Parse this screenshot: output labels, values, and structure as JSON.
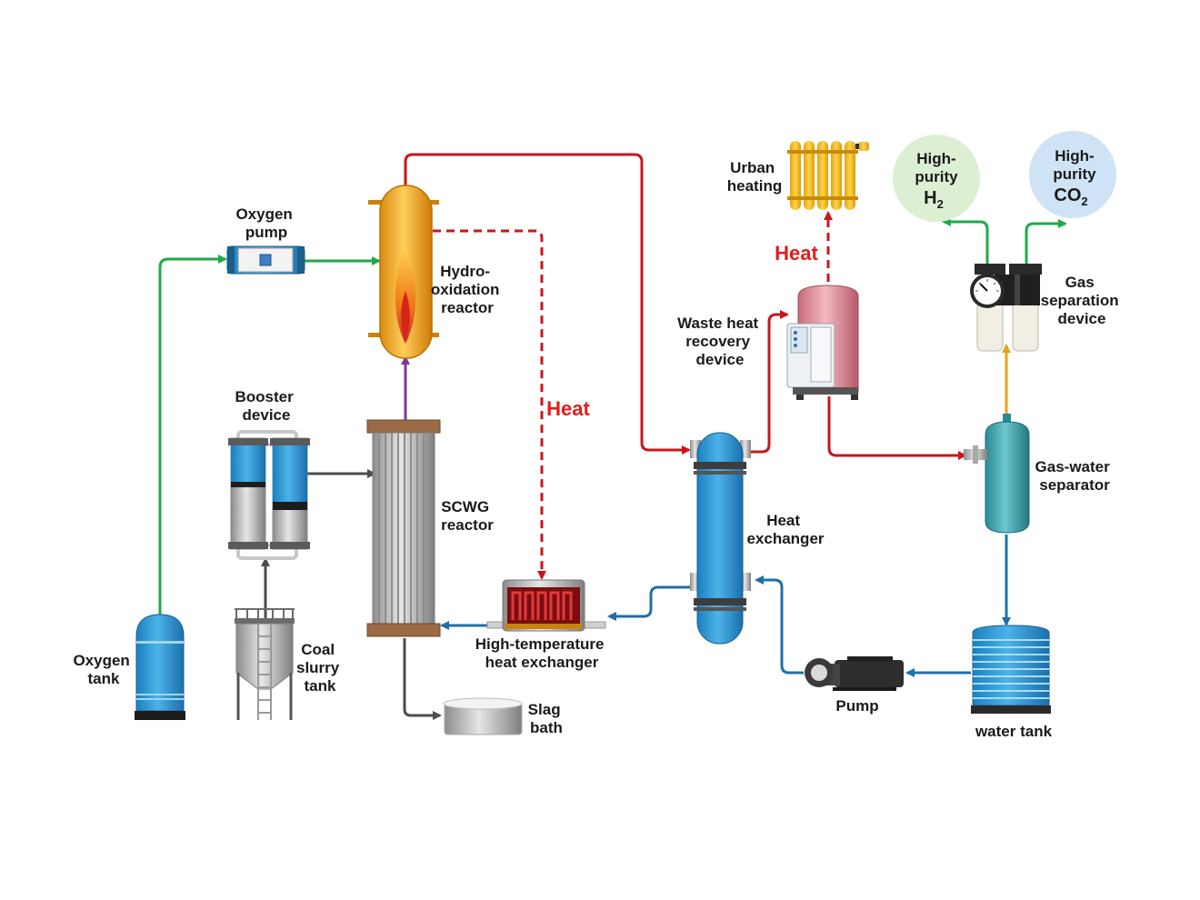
{
  "labels": {
    "oxygen_pump": [
      "Oxygen",
      "pump"
    ],
    "hydro_reactor": [
      "Hydro-",
      "oxidation",
      "reactor"
    ],
    "booster": [
      "Booster",
      "device"
    ],
    "scwg": [
      "SCWG",
      "reactor"
    ],
    "oxygen_tank": [
      "Oxygen",
      "tank"
    ],
    "coal_slurry": [
      "Coal",
      "slurry",
      "tank"
    ],
    "ht_exchanger": [
      "High-temperature",
      "heat exchanger"
    ],
    "slag_bath": [
      "Slag",
      "bath"
    ],
    "heat_exchanger": [
      "Heat",
      "exchanger"
    ],
    "waste_heat": [
      "Waste heat",
      "recovery",
      "device"
    ],
    "urban_heating": [
      "Urban",
      "heating"
    ],
    "gas_separation": [
      "Gas",
      "separation",
      "device"
    ],
    "gas_water": [
      "Gas-water",
      "separator"
    ],
    "pump": "Pump",
    "water_tank": "water tank",
    "heat_1": "Heat",
    "heat_2": "Heat"
  },
  "products": {
    "h2": {
      "lines": [
        "High-",
        "purity"
      ],
      "formula": "H",
      "sub": "2"
    },
    "co2": {
      "lines": [
        "High-",
        "purity"
      ],
      "formula": "CO",
      "sub": "2"
    }
  },
  "colors": {
    "hot_stream": "#c8161d",
    "oxygen_stream": "#1faa4a",
    "water_stream": "#1f6fa8",
    "solid_stream": "#4d4d4d",
    "syngas_stream": "#7a3aa0",
    "gas_stream": "#e8a21a",
    "heat_text": "#e21c1c",
    "h2_bubble": "#dcefd2",
    "co2_bubble": "#cfe3f6"
  }
}
